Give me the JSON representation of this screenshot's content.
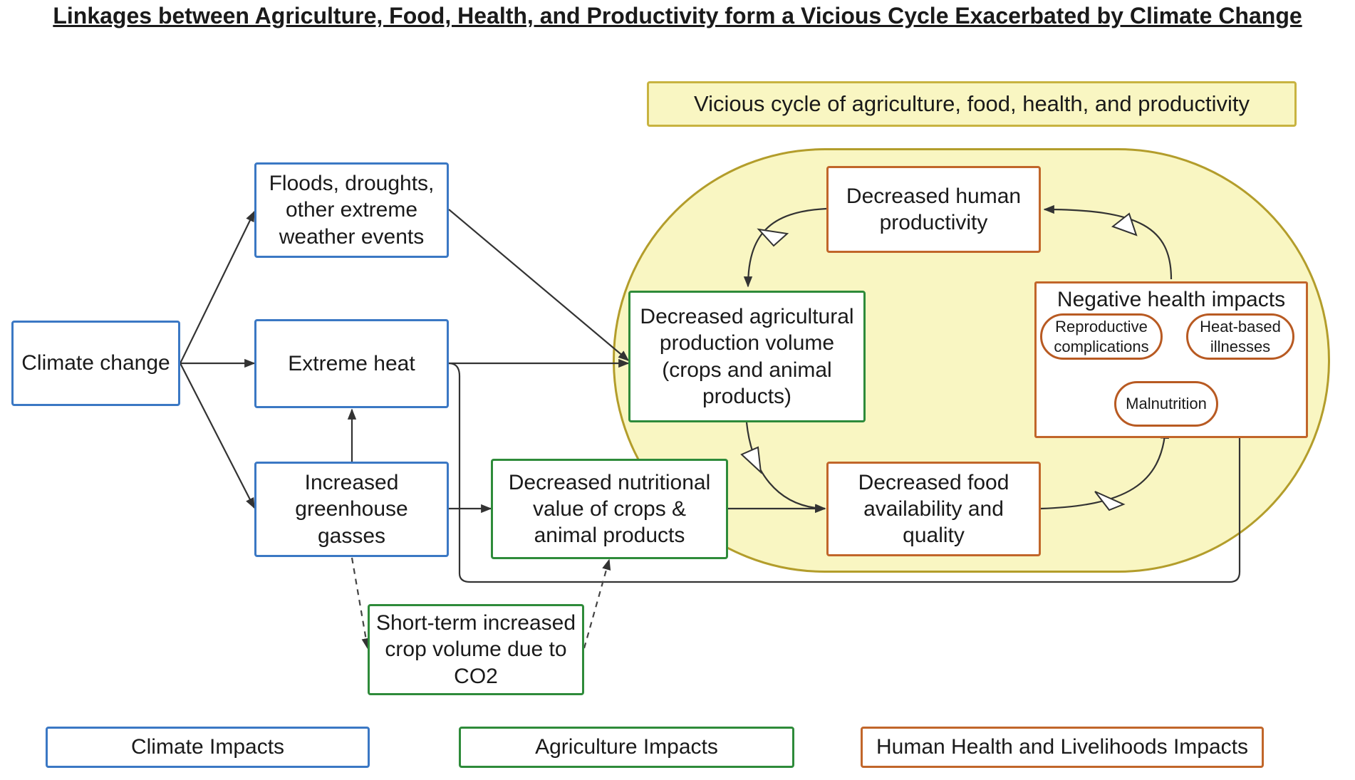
{
  "title": "Linkages between Agriculture, Food, Health, and Productivity form a Vicious Cycle Exacerbated by Climate Change",
  "cycle_banner": "Vicious cycle of agriculture, food, health, and productivity",
  "nodes": {
    "climate_change": "Climate change",
    "floods": "Floods, droughts, other extreme weather events",
    "extreme_heat": "Extreme heat",
    "greenhouse": "Increased greenhouse gasses",
    "decreased_nutritional": "Decreased nutritional value of crops & animal products",
    "short_term": "Short-term increased crop volume due to CO2",
    "decreased_production": "Decreased agricultural production volume (crops and animal products)",
    "decreased_productivity": "Decreased human productivity",
    "decreased_food": "Decreased food availability and quality",
    "negative_health": "Negative health impacts",
    "reproductive": "Reproductive complications",
    "heat_illness": "Heat-based illnesses",
    "malnutrition": "Malnutrition"
  },
  "legend": {
    "climate": "Climate Impacts",
    "agriculture": "Agriculture Impacts",
    "health": "Human Health and Livelihoods Impacts"
  },
  "colors": {
    "climate": "#3b78c4",
    "agriculture": "#2e8b3a",
    "health": "#c1662a",
    "cycle_fill": "#f9f6c2"
  }
}
